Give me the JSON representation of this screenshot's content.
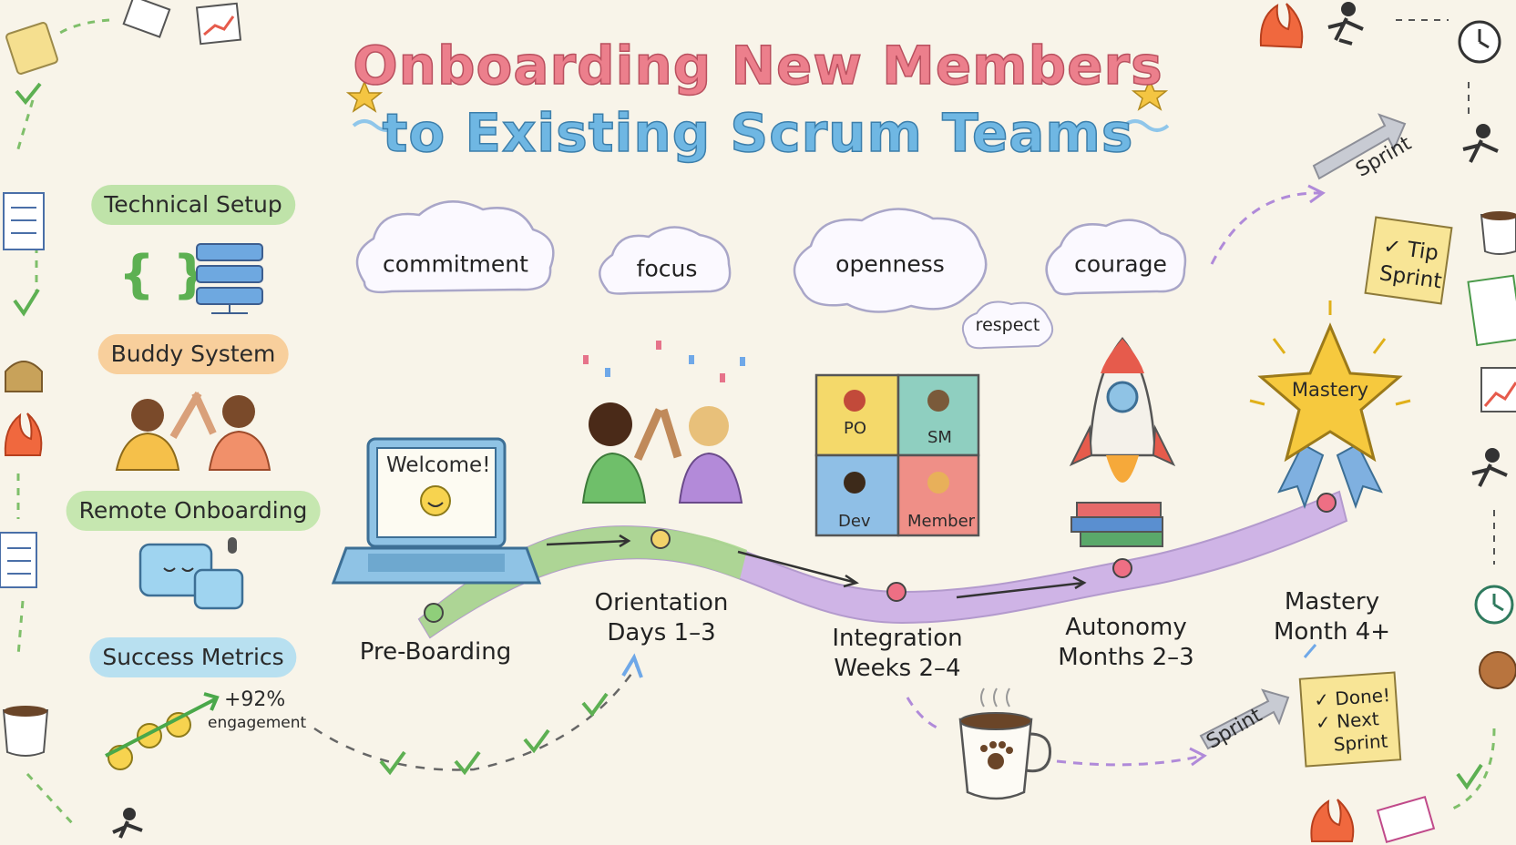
{
  "title": {
    "line1": "Onboarding New Members",
    "line2": "to Existing Scrum Teams"
  },
  "sidebar": {
    "sections": [
      {
        "label": "Technical Setup",
        "color": "#bfe3a9"
      },
      {
        "label": "Buddy System",
        "color": "#f8cf9c"
      },
      {
        "label": "Remote Onboarding",
        "color": "#c6e7b0"
      },
      {
        "label": "Success Metrics",
        "color": "#b8e0f0"
      }
    ],
    "metric": {
      "value": "+92%",
      "caption": "engagement"
    }
  },
  "values": [
    "commitment",
    "focus",
    "openness",
    "courage",
    "respect"
  ],
  "laptop_text": "Welcome!",
  "puzzle": {
    "pieces": [
      "PO",
      "SM",
      "Dev",
      "Member"
    ]
  },
  "star_label": "Mastery",
  "stages": [
    {
      "line1": "Pre-Boarding",
      "line2": ""
    },
    {
      "line1": "Orientation",
      "line2": "Days 1–3"
    },
    {
      "line1": "Integration",
      "line2": "Weeks 2–4"
    },
    {
      "line1": "Autonomy",
      "line2": "Months 2–3"
    },
    {
      "line1": "Mastery",
      "line2": "Month 4+"
    }
  ],
  "sprint_label": "Sprint",
  "notes": {
    "tip": [
      "✓ Tip",
      "Sprint"
    ],
    "done": [
      "✓ Done!",
      "✓ Next",
      "Sprint"
    ]
  },
  "colors": {
    "path_green": "#a9d88c",
    "path_purple": "#c9a9e6",
    "node_red": "#ee6f84",
    "node_yellow": "#f2d36a",
    "node_green": "#8fce7a"
  }
}
